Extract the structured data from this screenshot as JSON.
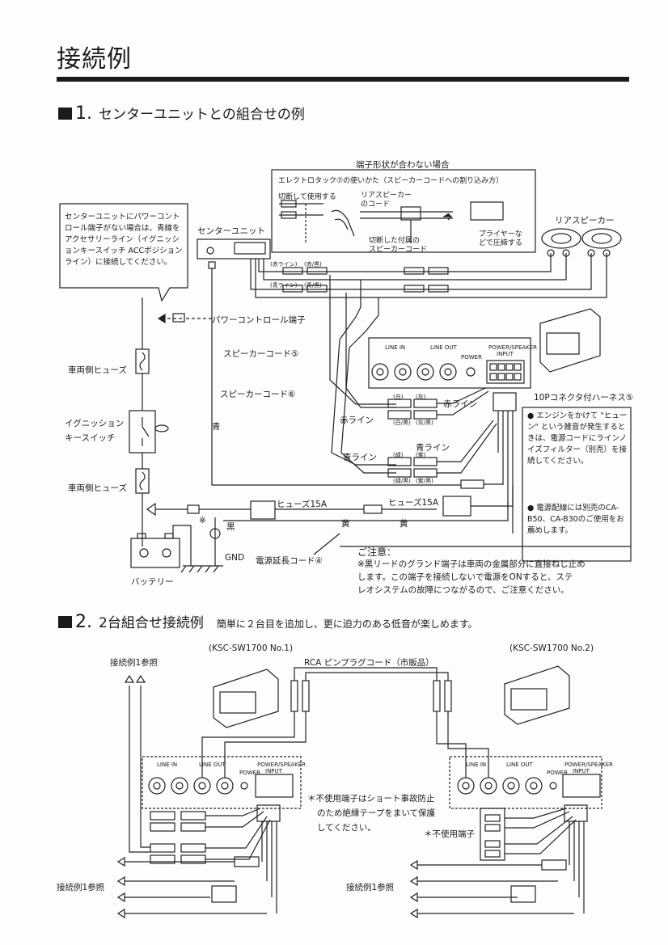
{
  "page": {
    "title": "接続例",
    "section1": {
      "number": "1.",
      "title": "センターユニットとの組合せの例"
    },
    "section2": {
      "number": "2.",
      "title": "2台組合せ接続例",
      "subtitle": "簡単に２台目を追加し、更に迫力のある低音が楽しめます。"
    }
  },
  "diagram1": {
    "terminal_mismatch": "端子形状が合わない場合",
    "elektro_title": "エレクトロタック⑦の使いかた（スピーカーコードへの割り込み方）",
    "cut_use": "切断して使用する",
    "rear_speaker_cord_1": "リアスピーカー",
    "rear_speaker_cord_2": "のコード",
    "cut_cord_1": "切断した付属の",
    "cut_cord_2": "スピーカーコード",
    "plier_1": "プライヤーな",
    "plier_2": "どで圧締する",
    "rear_speaker": "リアスピーカー",
    "center_unit": "センターユニット",
    "power_note": "センターユニットにパワーコントロール端子がない場合は、青線をアクセサリーライン（イグニッションキースイッチ ACCポジションライン）に接続してください。",
    "power_control": "パワーコントロール端子",
    "speaker_cord_5": "スピーカーコード⑤",
    "speaker_cord_6": "スピーカーコード⑥",
    "vehicle_fuse_top": "車両側ヒューズ",
    "ignition_1": "イグニッション",
    "ignition_2": "キースイッチ",
    "vehicle_fuse_bottom": "車両側ヒューズ",
    "battery": "バッテリー",
    "blue_wire": "青",
    "red_line_1": "赤ライン",
    "red_line_2": "赤ライン",
    "blue_line_1": "青ライン",
    "blue_line_2": "青ライン",
    "harness_10p": "10Pコネクタ付ハーネス⑤",
    "engine_note": "● エンジンをかけて \"ヒューン\" という雑音が発生するときは、電源コードにラインノイズフィルター（別売）を接続してください。",
    "power_wiring_note": "● 電源配線には別売のCA-B50、CA-B30のご使用をお薦めします。",
    "fuse_15a_1": "ヒューズ15A",
    "fuse_15a_2": "ヒューズ15A",
    "asterisk": "※",
    "black": "黒",
    "yellow_1": "黄",
    "yellow_2": "黄",
    "gnd": "GND",
    "power_ext_cord": "電源延長コード④",
    "caution_title": "ご注意：",
    "caution_text_1": "※黒リードのグランド端子は車両の金属部分に直接ねじ止め",
    "caution_text_2": "します。この端子を接続しないで電源をONすると、ステ",
    "caution_text_3": "レオシステムの故障につながるので、ご注意ください。",
    "panel_line_in": "LINE IN",
    "panel_line_out": "LINE OUT",
    "panel_power": "POWER",
    "panel_power_speaker": "POWER/SPEAKER",
    "panel_input": "INPUT",
    "cord_labels": [
      "(赤ライン)",
      "(赤/黒)",
      "(青ライン)",
      "(青/黒)",
      "(白)",
      "(灰)",
      "(白/黒)",
      "(灰/黒)",
      "(緑)",
      "(紫)",
      "(緑/黒)",
      "(紫/黒)"
    ]
  },
  "diagram2": {
    "unit1": "(KSC-SW1700 No.1)",
    "unit2": "(KSC-SW1700 No.2)",
    "rca_cord": "RCA ピンプラグコード（市販品）",
    "ref_1a": "接続例1参照",
    "ref_1b": "接続例1参照",
    "ref_2": "接続例1参照",
    "insulation_note_1": "＊不使用端子はショート事故防止",
    "insulation_note_2": "のため絶縁テープをまいて保護",
    "insulation_note_3": "してください。",
    "unused_terminal": "＊不使用端子",
    "panel_line_in": "LINE IN",
    "panel_line_out": "LINE OUT",
    "panel_power": "POWER",
    "panel_power_speaker": "POWER/SPEAKER",
    "panel_input": "INPUT"
  }
}
